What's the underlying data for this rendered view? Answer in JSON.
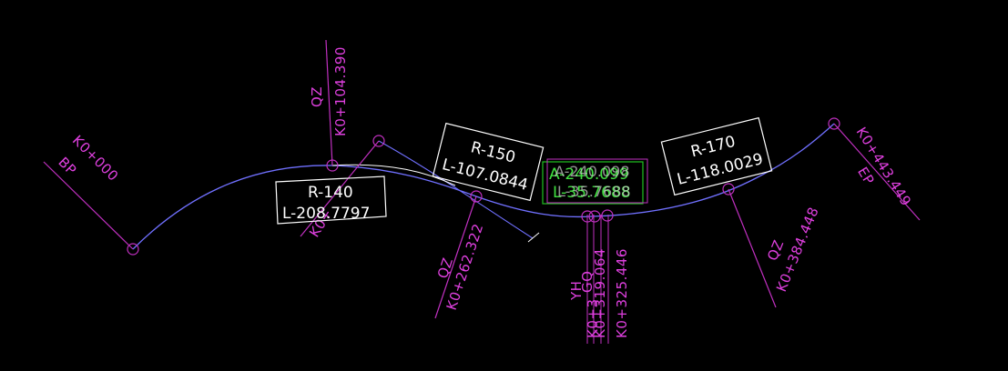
{
  "stations": {
    "bp": {
      "type": "BP",
      "chainage": "K0+000"
    },
    "qz1": {
      "type": "QZ",
      "chainage": "K0+104.390"
    },
    "qz2": {
      "type": "QZ",
      "chainage": "K0+262.322"
    },
    "qz3": {
      "type": "QZ",
      "chainage": "K0+384.448"
    },
    "ep": {
      "type": "EP",
      "chainage": "K0+443.449"
    },
    "obscured": {
      "chainage": "K0+"
    },
    "cluster": {
      "type_a": "YH",
      "type_b": "GQ",
      "chainages": [
        "K0+3",
        "K0+319.064",
        "K0+325.446"
      ]
    }
  },
  "curves": {
    "c1": {
      "radius": "R-140",
      "length": "L-208.7797"
    },
    "c2": {
      "radius": "R-150",
      "length": "L-107.0844"
    },
    "c3": {
      "radius": "R-170",
      "length": "L-118.0029"
    }
  },
  "spiral": {
    "param_a": "A-240.099",
    "length_a": "L-35.7688",
    "param_b": "A-240.098",
    "length_b": "L-35.7688"
  },
  "colors": {
    "background": "#000000",
    "alignment": "#7070ff",
    "station": "#e040e0",
    "curve_box": "#ffffff",
    "spiral_box": "#40e040"
  }
}
